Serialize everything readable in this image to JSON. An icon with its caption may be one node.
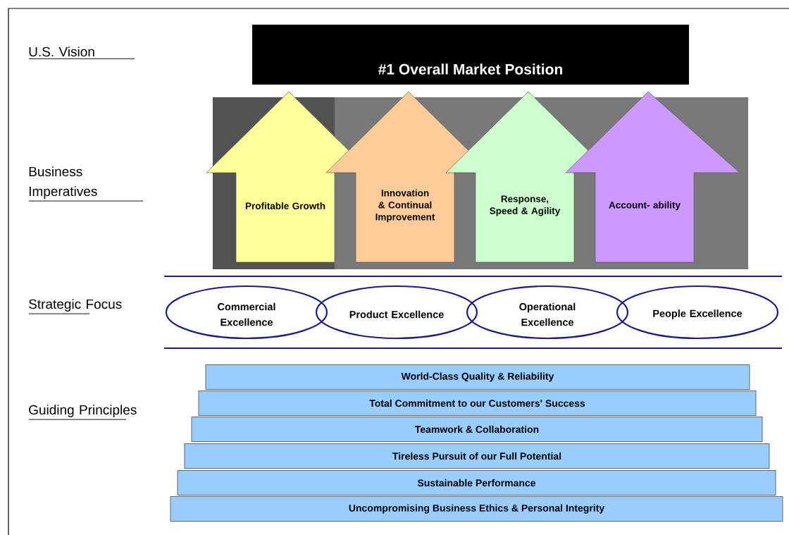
{
  "diagram": {
    "nodes": [
      {
        "text": [
          "#1 Overall Market Position"
        ]
      },
      {
        "text": [
          "Profitable Growth"
        ]
      },
      {
        "text": [
          "Innovation & Continual Improvement"
        ]
      },
      {
        "text": [
          "Response, Speed & Agility"
        ]
      },
      {
        "text": [
          "Account- ability"
        ]
      },
      {
        "text": [
          "Commercial Excellence"
        ]
      },
      {
        "text": [
          "Product Excellence"
        ]
      },
      {
        "text": [
          "Operational Excellence"
        ]
      },
      {
        "text": [
          "People Excellence"
        ]
      },
      {
        "text": [
          "World-Class Quality & Reliability"
        ]
      },
      {
        "text": [
          "Total Commitment to our Customers' Success"
        ]
      },
      {
        "text": [
          "Teamwork & Collaboration"
        ]
      },
      {
        "text": [
          "Tireless Pursuit of our Full Potential"
        ]
      },
      {
        "text": [
          "Sustainable Performance"
        ]
      },
      {
        "text": [
          "Uncompromising Business Ethics & Personal Integrity"
        ]
      }
    ],
    "labels": [
      "U.S. Vision",
      "Business Imperatives",
      "Strategic Focus",
      "Guiding Principles"
    ]
  }
}
